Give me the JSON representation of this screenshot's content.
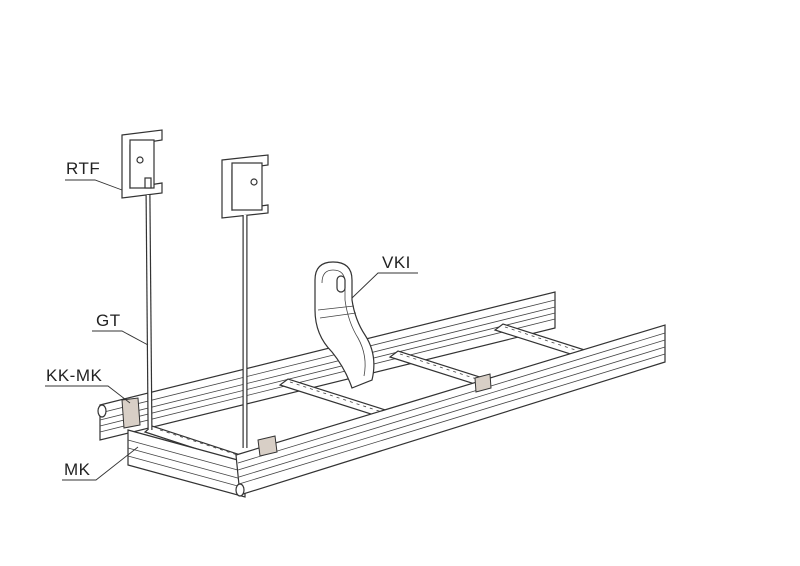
{
  "labels": {
    "rtf": "RTF",
    "gt": "GT",
    "kk_mk": "KK-MK",
    "mk": "MK",
    "vki": "VKI"
  },
  "colors": {
    "line": "#333333",
    "coupler": "#d8cfc6"
  }
}
